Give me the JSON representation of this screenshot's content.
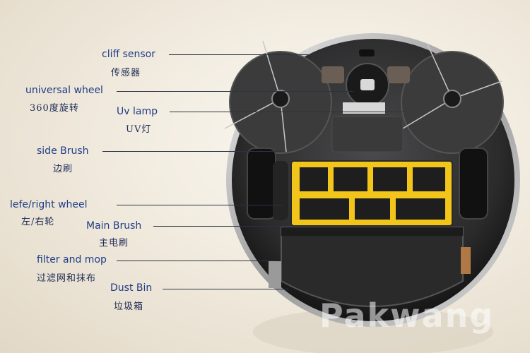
{
  "parts": [
    {
      "en": "cliff sensor",
      "cn": "传感器"
    },
    {
      "en": "universal wheel",
      "cn": "360度旋转"
    },
    {
      "en": "Uv lamp",
      "cn": "UV灯"
    },
    {
      "en": "side Brush",
      "cn": "边刷"
    },
    {
      "en": "lefe/right wheel",
      "cn": "左/右轮"
    },
    {
      "en": "Main Brush",
      "cn": "主电刷"
    },
    {
      "en": "filter and mop",
      "cn": "过滤网和抹布"
    },
    {
      "en": "Dust Bin",
      "cn": "垃圾箱"
    }
  ],
  "watermark": "Pakwang",
  "colors": {
    "label": "#1f3c86",
    "body": "#2b2b2c",
    "brush_frame": "#f2c51b",
    "background": "#f3eee4"
  }
}
